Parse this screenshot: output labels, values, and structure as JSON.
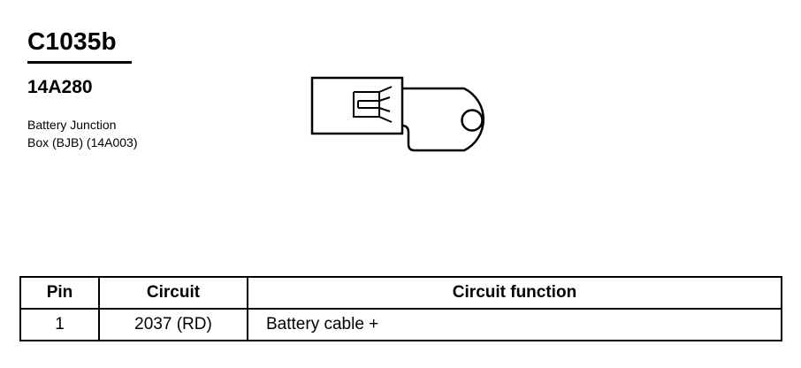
{
  "header": {
    "connector_id": "C1035b",
    "part_number": "14A280",
    "description_lines": [
      "Battery Junction",
      "Box (BJB) (14A003)"
    ]
  },
  "diagram": {
    "icon": "ring-terminal-icon"
  },
  "pin_table": {
    "columns": [
      "Pin",
      "Circuit",
      "Circuit function"
    ],
    "rows": [
      {
        "pin": "1",
        "circuit": "2037 (RD)",
        "function": "Battery cable +"
      }
    ]
  }
}
